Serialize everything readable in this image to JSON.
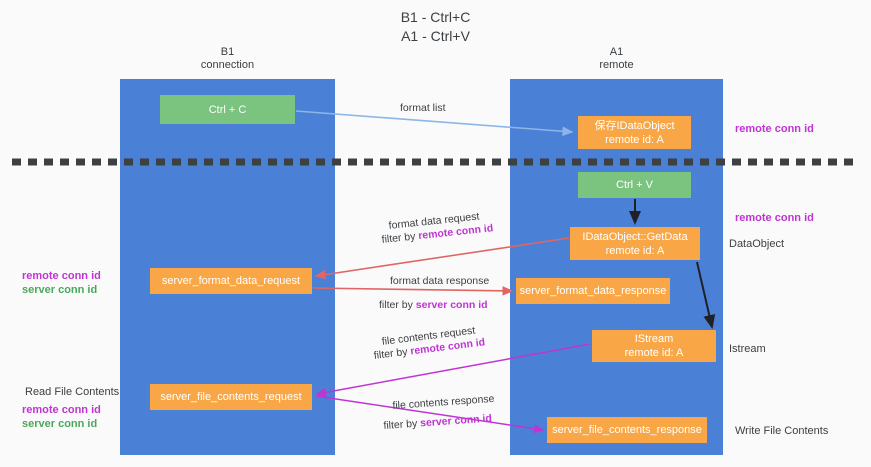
{
  "title": "B1 - Ctrl+C\nA1 - Ctrl+V",
  "columns": {
    "left": {
      "header": "B1\nconnection",
      "color": "#4a81d6"
    },
    "right": {
      "header": "A1\nremote",
      "color": "#4a81d6"
    }
  },
  "colors": {
    "column_blue": "#4a81d6",
    "green_box": "#7bc47f",
    "orange_box": "#f9a746",
    "magenta_text": "#c034d4",
    "green_text": "#4aa85a",
    "divider": "#3c4043",
    "arrow_blue": "#8cb6e8",
    "arrow_red": "#e06666",
    "arrow_black": "#202124",
    "arrow_magenta": "#c034d4"
  },
  "boxes": {
    "ctrl_c": "Ctrl + C",
    "idataobject": "保存IDataObject\nremote id: A",
    "ctrl_v": "Ctrl + V",
    "getdata": "IDataObject::GetData\nremote id: A",
    "format_data_request": "server_format_data_request",
    "format_data_response": "server_format_data_response",
    "istream": "IStream\nremote id: A",
    "file_contents_request": "server_file_contents_request",
    "file_contents_response": "server_file_contents_response"
  },
  "captions": {
    "format_list": "format list",
    "fd_request": "format data request",
    "fd_request_filter_prefix": "filter by ",
    "fd_request_filter_value": "remote conn id",
    "fd_response": "format data response",
    "fd_response_filter_prefix": "filter by ",
    "fd_response_filter_value": "server conn id",
    "fc_request": "file contents request",
    "fc_request_filter_prefix": "filter by ",
    "fc_request_filter_value": "remote conn id",
    "fc_response": "file contents response",
    "fc_response_filter_prefix": "filter by ",
    "fc_response_filter_value": "server conn id"
  },
  "side_labels": {
    "right_remote_conn_id_top": "remote conn id",
    "right_remote_conn_id_mid": "remote conn id",
    "dataobject": "DataObject",
    "istream": "Istream",
    "write_file_contents": "Write File Contents",
    "read_file_contents": "Read File Contents",
    "left_remote_conn_id": "remote conn id",
    "left_server_conn_id": "server conn id",
    "left_remote_conn_id_2": "remote conn id",
    "left_server_conn_id_2": "server conn id"
  }
}
